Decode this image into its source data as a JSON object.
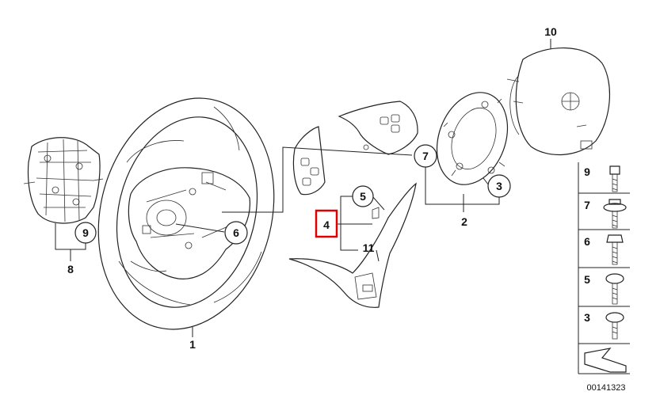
{
  "labels": {
    "p1": "1",
    "p2": "2",
    "p3": "3",
    "p4": "4",
    "p5": "5",
    "p6": "6",
    "p7": "7",
    "p8": "8",
    "p9": "9",
    "p10": "10",
    "p11": "11"
  },
  "legend": [
    {
      "num": "9"
    },
    {
      "num": "7"
    },
    {
      "num": "6"
    },
    {
      "num": "5"
    },
    {
      "num": "3"
    }
  ],
  "reference_number": "00141323",
  "highlight_color": "#e00000"
}
